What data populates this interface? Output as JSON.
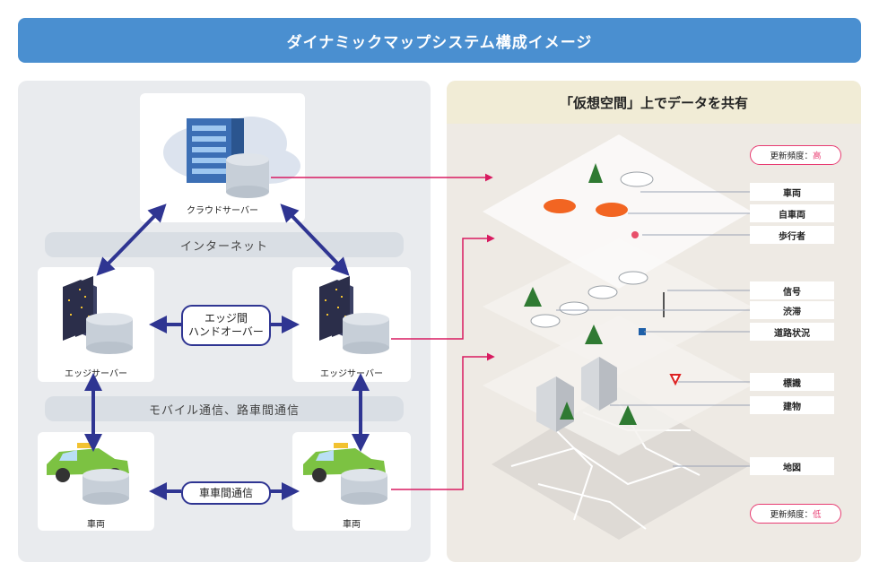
{
  "title": "ダイナミックマップシステム構成イメージ",
  "left": {
    "cloud_label": "クラウドサーバー",
    "internet_label": "インターネット",
    "edge_left_label": "エッジサーバー",
    "edge_right_label": "エッジサーバー",
    "handover_label": "エッジ間\nハンドオーバー",
    "mobile_label": "モバイル通信、路車間通信",
    "vehicle_left_label": "車両",
    "vehicle_right_label": "車両",
    "v2v_label": "車車間通信"
  },
  "right": {
    "heading": "「仮想空間」上でデータを共有",
    "freq_high_prefix": "更新頻度：",
    "freq_high_value": "高",
    "freq_low_prefix": "更新頻度：",
    "freq_low_value": "低",
    "labels": [
      "車両",
      "自車両",
      "歩行者",
      "信号",
      "渋滞",
      "道路状況",
      "標識",
      "建物",
      "地図"
    ]
  },
  "colors": {
    "banner": "#4a8fd0",
    "arrow_blue": "#2f3592",
    "link_red": "#d81b60",
    "taxi_green": "#7cc242"
  }
}
